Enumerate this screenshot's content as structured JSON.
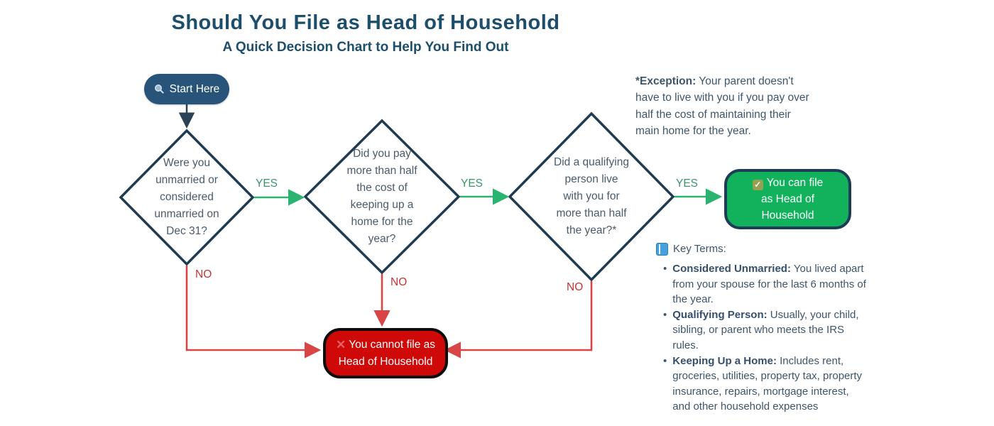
{
  "title": "Should You File as Head of Household",
  "subtitle": "A Quick Decision Chart to Help You Find Out",
  "start": {
    "label": "Start Here",
    "icon": "magnifier-icon"
  },
  "flow": {
    "question_1": "Were you\nunmarried or\nconsidered\nunmarried on\nDec 31?",
    "question_2": "Did you pay\nmore than half\nthe cost of\nkeeping up a\nhome for the\nyear?",
    "question_3": "Did a qualifying\nperson live\nwith you for\nmore than half\nthe year?*",
    "yes_1": "YES",
    "yes_2": "YES",
    "yes_3": "YES",
    "no_1": "NO",
    "no_2": "NO",
    "no_3": "NO",
    "result_yes": "You can file\nas Head of\nHousehold",
    "result_yes_icon": "check-icon",
    "result_no": "You cannot file as\nHead of Household",
    "result_no_icon": "x-icon",
    "x_glyph": "✕",
    "check_glyph": "✓"
  },
  "exception": {
    "lead": "*Exception:",
    "text": " Your parent doesn't have to live with you if you pay over half the cost of maintaining their main home for the year."
  },
  "key_terms": {
    "heading": "Key Terms:",
    "icon": "book-icon",
    "bullet": "•",
    "items": [
      {
        "term": "Considered Unmarried:",
        "definition": " You lived apart from your spouse for the last 6 months of the year."
      },
      {
        "term": "Qualifying Person:",
        "definition": " Usually, your child, sibling, or parent who meets the IRS rules."
      },
      {
        "term": "Keeping Up a Home:",
        "definition": " Includes rent, groceries, utilities, property tax, property insurance, repairs, mortgage interest, and other household expenses"
      }
    ]
  },
  "colors": {
    "navy": "#1d4e6b",
    "diamond_border": "#1f3b52",
    "diamond_text": "#4a5b6b",
    "yes_green": "#2ab46f",
    "no_red": "#d94444",
    "result_yes_bg": "#12b25c",
    "result_no_bg": "#cf0808",
    "start_pill_bg": "#28547a"
  }
}
